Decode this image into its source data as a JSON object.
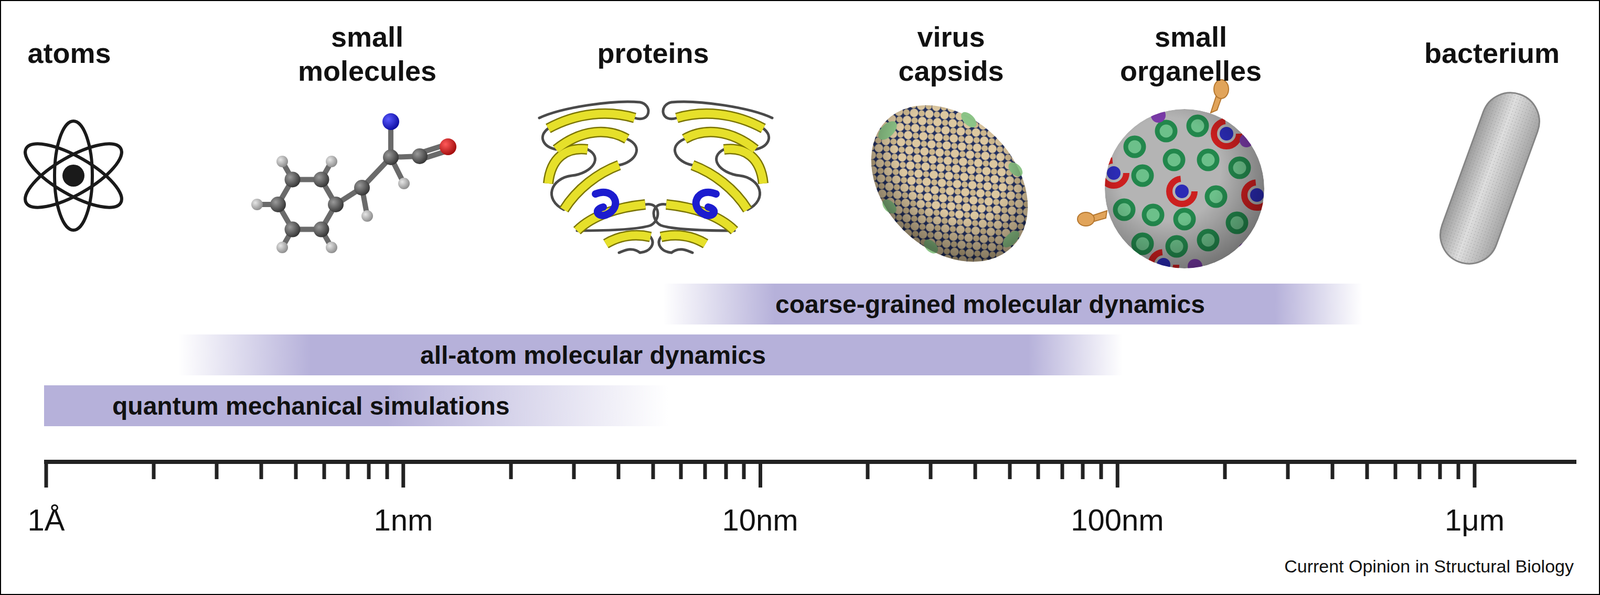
{
  "diagram": {
    "nodes": [
      {
        "text": [
          "coarse-grained molecular dynamics"
        ]
      },
      {
        "text": [
          "all-atom molecular dynamics"
        ]
      },
      {
        "text": [
          "quantum mechanical simulations"
        ]
      }
    ],
    "labels": [
      "atoms",
      "small molecules",
      "proteins",
      "virus capsids",
      "small organelles",
      "bacterium",
      "1Å",
      "1nm",
      "10nm",
      "100nm",
      "1μm",
      "Current Opinion in Structural Biology"
    ]
  }
}
